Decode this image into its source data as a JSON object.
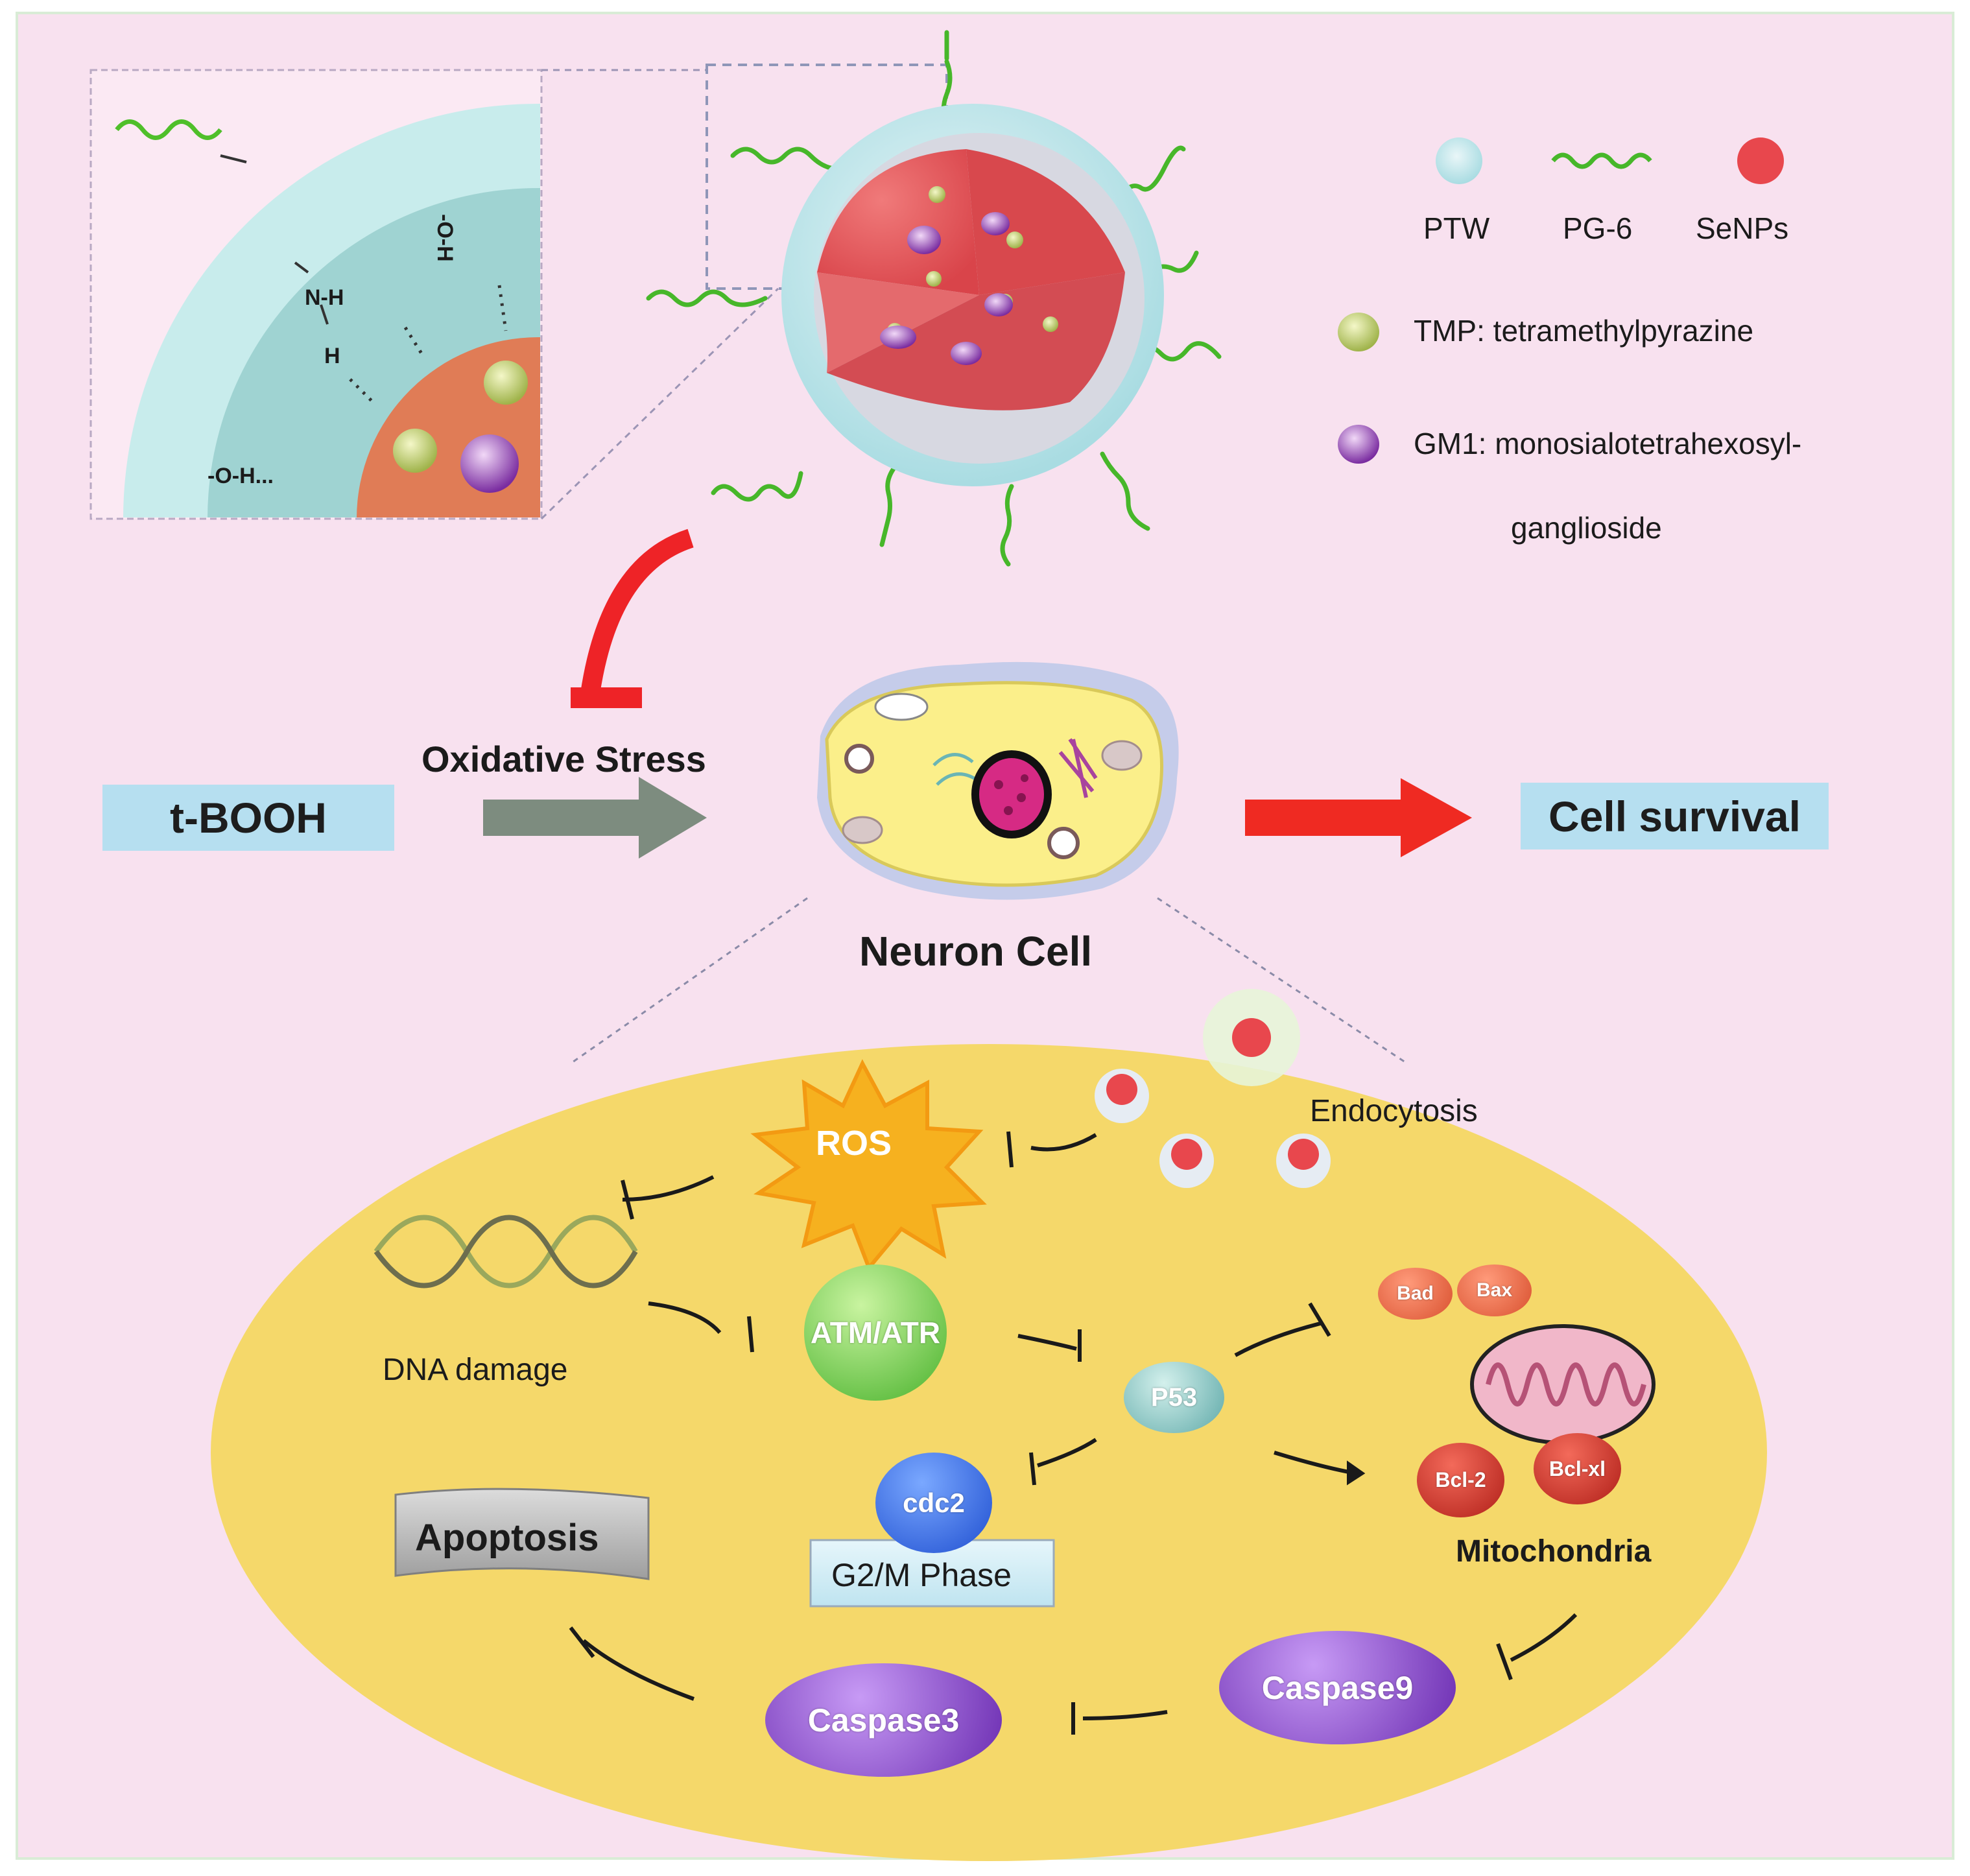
{
  "legend": {
    "ptw": "PTW",
    "pg6": "PG-6",
    "senps": "SeNPs",
    "tmp": "TMP: tetramethylpyrazine",
    "gm1_line1": "GM1: monosialotetrahexosyl-",
    "gm1_line2": "ganglioside"
  },
  "inset": {
    "oh_vertical": "-O-H",
    "nh": "N-H",
    "h": "H",
    "oh_horizontal": "-O-H..."
  },
  "flow": {
    "t_booh": "t-BOOH",
    "oxidative_stress": "Oxidative Stress",
    "neuron_cell": "Neuron Cell",
    "cell_survival": "Cell survival"
  },
  "pathway": {
    "ros": "ROS",
    "endocytosis": "Endocytosis",
    "dna_damage": "DNA damage",
    "atm_atr": "ATM/ATR",
    "p53": "P53",
    "bad": "Bad",
    "bax": "Bax",
    "bcl2": "Bcl-2",
    "bclxl": "Bcl-xl",
    "mitochondria": "Mitochondria",
    "cdc2": "cdc2",
    "g2m_phase": "G2/M Phase",
    "apoptosis": "Apoptosis",
    "caspase9": "Caspase9",
    "caspase3": "Caspase3"
  }
}
